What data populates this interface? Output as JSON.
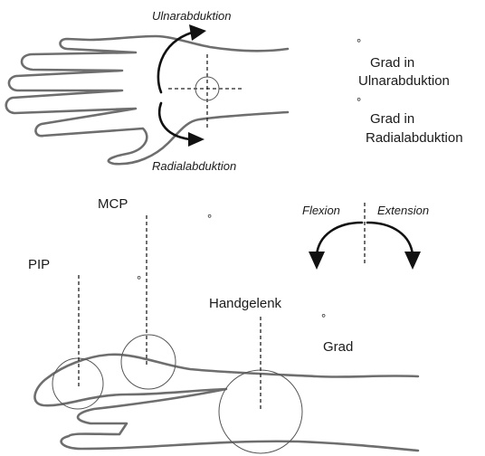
{
  "dorsal_view": {
    "label_ulnar_abduction": "Ulnarabduktion",
    "label_radial_abduction": "Radialabduktion",
    "ulnar_degree_symbol": "°",
    "ulnar_degree_line1": "Grad in",
    "ulnar_degree_line2": "Ulnarabduktion",
    "radial_degree_symbol": "°",
    "radial_degree_line1": "Grad in",
    "radial_degree_line2": "Radialabduktion"
  },
  "lateral_view": {
    "label_mcp": "MCP",
    "mcp_degree_symbol": "°",
    "label_pip": "PIP",
    "pip_degree_symbol": "°",
    "label_wrist": "Handgelenk",
    "wrist_degree_symbol": "°",
    "wrist_degree_unit": "Grad",
    "label_flexion": "Flexion",
    "label_extension": "Extension"
  }
}
